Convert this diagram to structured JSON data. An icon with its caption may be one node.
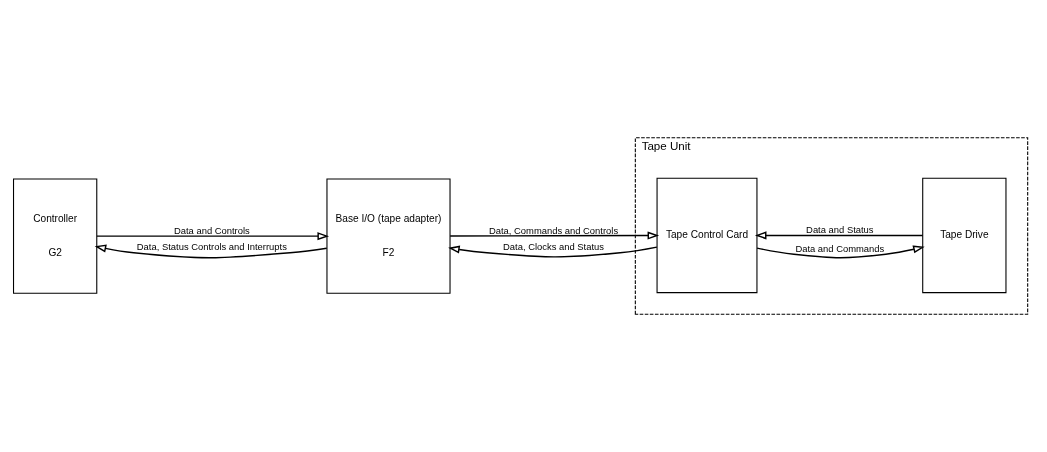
{
  "diagram": {
    "nodes": [
      {
        "text": [
          "Tape Unit"
        ]
      },
      {
        "text": [
          "Controller",
          "G2"
        ]
      },
      {
        "text": [
          "Base I/O (tape adapter)",
          "F2"
        ]
      },
      {
        "text": [
          "Tape Control Card"
        ],
        "in": 0
      },
      {
        "text": [
          "Tape Drive"
        ],
        "in": 0
      }
    ],
    "edges": [
      {
        "from": 1,
        "to": 2,
        "arrow": "to",
        "label": "Data and Controls"
      },
      {
        "from": 2,
        "to": 1,
        "arrow": "to",
        "label": "Data, Status Controls and Interrupts"
      },
      {
        "from": 2,
        "to": 3,
        "arrow": "to",
        "label": "Data, Commands and Controls"
      },
      {
        "from": 3,
        "to": 2,
        "arrow": "to",
        "label": "Data, Clocks and Status"
      },
      {
        "from": 3,
        "to": 4,
        "arrow": "to",
        "label": "Data and Commands"
      },
      {
        "from": 4,
        "to": 3,
        "arrow": "to",
        "label": "Data and Status"
      }
    ]
  }
}
